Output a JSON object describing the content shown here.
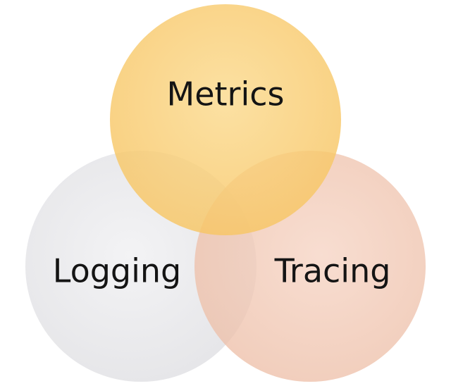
{
  "diagram": {
    "type": "venn",
    "sets": [
      {
        "id": "metrics",
        "label": "Metrics",
        "color": "#F9C75E"
      },
      {
        "id": "logging",
        "label": "Logging",
        "color": "#E8E8E8"
      },
      {
        "id": "tracing",
        "label": "Tracing",
        "color": "#F0C0A8"
      }
    ]
  }
}
